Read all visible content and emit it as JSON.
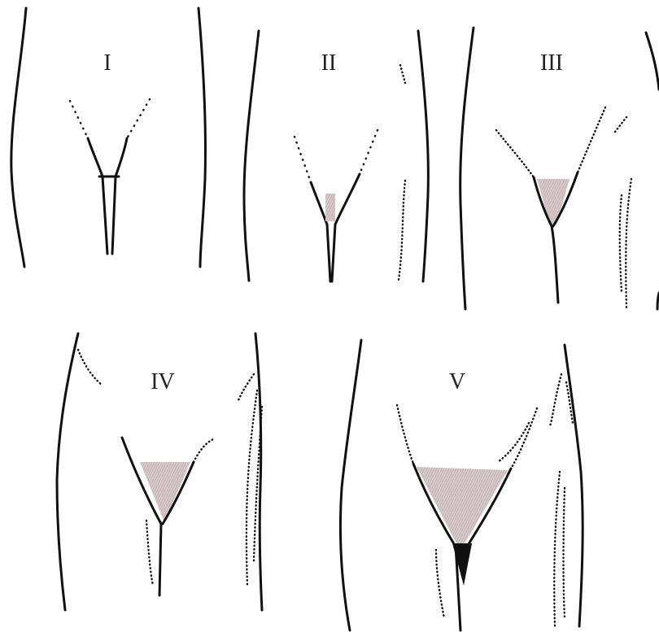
{
  "stages": [
    {
      "label": "I"
    },
    {
      "label": "II"
    },
    {
      "label": "III"
    },
    {
      "label": "IV"
    },
    {
      "label": "V"
    }
  ],
  "colors": {
    "outline": "#111111",
    "pubic_hair_fill": "#cbbdbd",
    "background": "#ffffff"
  }
}
